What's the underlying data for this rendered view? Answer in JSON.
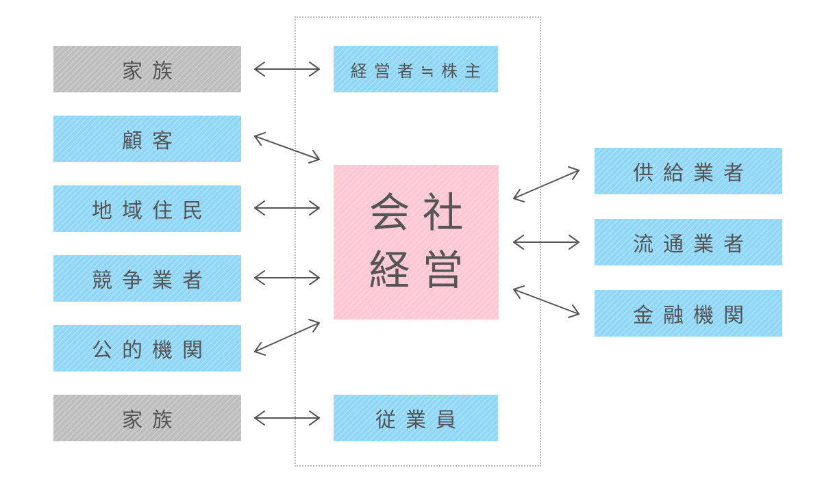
{
  "diagram": {
    "left_nodes": [
      {
        "label": "家族",
        "color": "gray"
      },
      {
        "label": "顧客",
        "color": "blue"
      },
      {
        "label": "地域住民",
        "color": "blue"
      },
      {
        "label": "競争業者",
        "color": "blue"
      },
      {
        "label": "公的機関",
        "color": "blue"
      },
      {
        "label": "家族",
        "color": "gray"
      }
    ],
    "center_top": {
      "label": "経営者≒株主"
    },
    "center_main": {
      "line1": "会社",
      "line2": "経営"
    },
    "center_bottom": {
      "label": "従業員"
    },
    "right_nodes": [
      {
        "label": "供給業者"
      },
      {
        "label": "流通業者"
      },
      {
        "label": "金融機関"
      }
    ],
    "colors": {
      "blue": "#8fd6f7",
      "gray": "#bdbdbd",
      "pink": "#fcc6d2",
      "text": "#555555",
      "arrow": "#555555",
      "frame": "#b5b5b5"
    }
  }
}
